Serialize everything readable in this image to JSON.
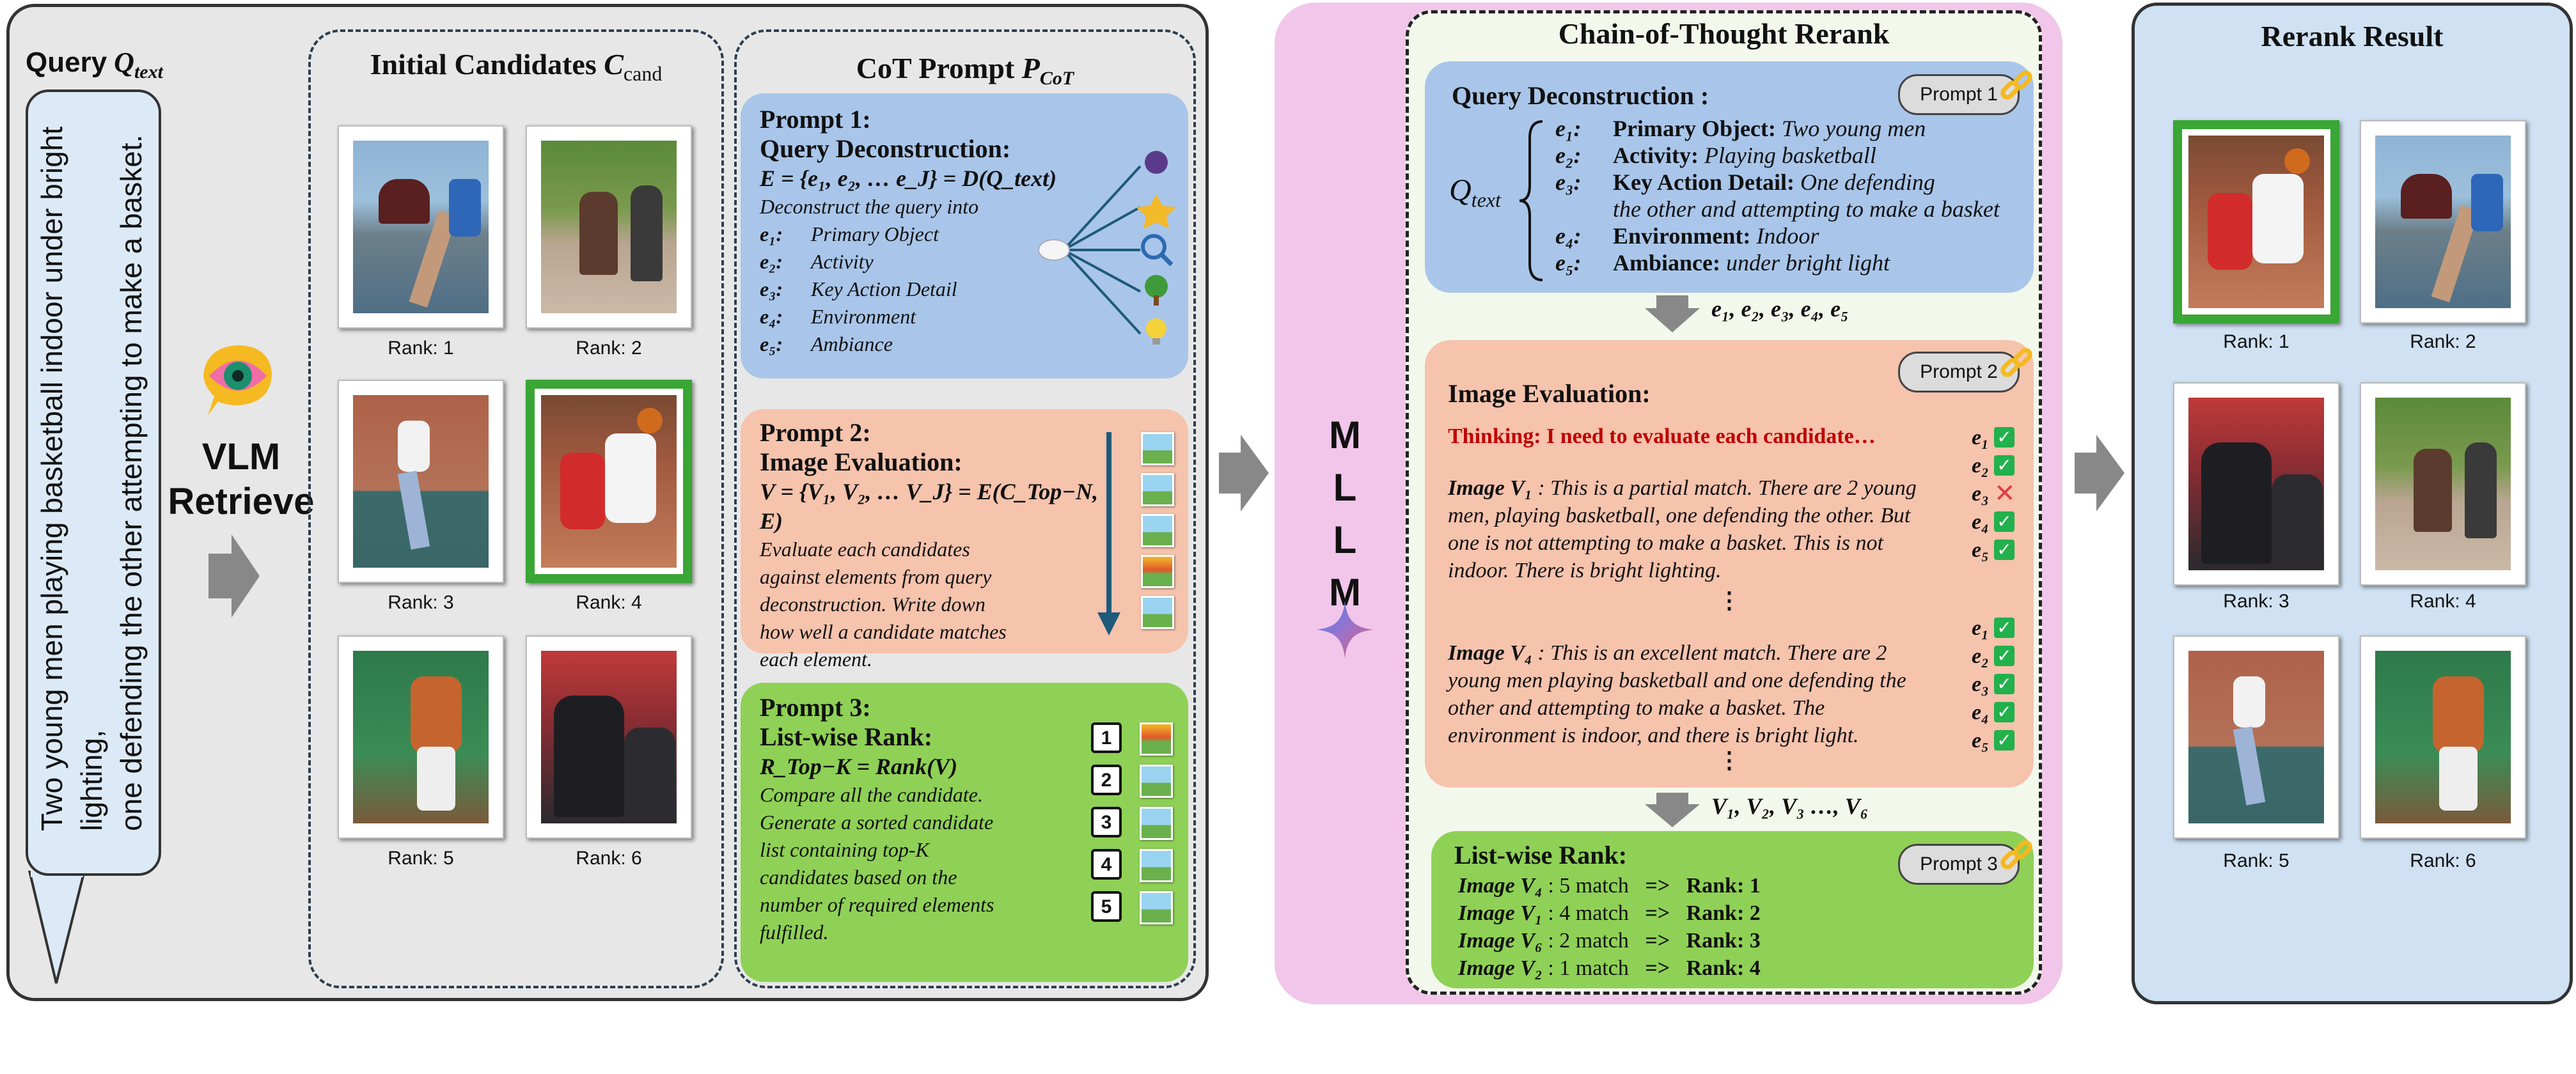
{
  "query": {
    "title": "Query",
    "title_var": "Q",
    "title_sub": "text",
    "text_line1": "Two young men playing basketball indoor  under bright lighting,",
    "text_line2": "one defending the other attempting to make a basket."
  },
  "vlm": {
    "line1": "VLM",
    "line2": "Retrieve"
  },
  "candidates": {
    "title": "Initial Candidates",
    "title_var": "C",
    "title_sub": "cand",
    "ranks": [
      "Rank: 1",
      "Rank: 2",
      "Rank: 3",
      "Rank: 4",
      "Rank: 5",
      "Rank: 6"
    ]
  },
  "cot": {
    "title": "CoT Prompt",
    "title_var": "P",
    "title_sub": "CoT",
    "p1": {
      "head1": "Prompt 1:",
      "head2": "Query Deconstruction:",
      "formula": "E = {e₁, e₂, … e_J} = D(Q_text)",
      "desc": "Deconstruct the query into",
      "items": [
        {
          "k": "e₁:",
          "v": "Primary Object"
        },
        {
          "k": "e₂:",
          "v": "Activity"
        },
        {
          "k": "e₃:",
          "v": "Key Action Detail"
        },
        {
          "k": "e₄:",
          "v": "Environment"
        },
        {
          "k": "e₅:",
          "v": "Ambiance"
        }
      ]
    },
    "p2": {
      "head1": "Prompt 2:",
      "head2": "Image Evaluation:",
      "formula": "V = {V₁, V₂, … V_J} = E(C_Top−N, E)",
      "desc": [
        "Evaluate each candidates",
        "against elements from query",
        "deconstruction. Write down",
        "how well a candidate matches",
        "each element."
      ]
    },
    "p3": {
      "head1": "Prompt 3:",
      "head2": "List-wise Rank:",
      "formula": "R_Top−K = Rank(V)",
      "desc": [
        "Compare all the candidate.",
        "Generate a sorted candidate",
        "list containing top-K",
        "candidates based on the",
        "number of required elements",
        "fulfilled."
      ],
      "nums": [
        "1",
        "2",
        "3",
        "4",
        "5"
      ]
    }
  },
  "mllm": {
    "letters": [
      "M",
      "L",
      "L",
      "M"
    ]
  },
  "rerank": {
    "title": "Chain-of-Thought Rerank",
    "qd": {
      "title": "Query Deconstruction :",
      "tag": "Prompt 1",
      "qvar": "Q",
      "qsub": "text",
      "rows": [
        {
          "e": "e₁:",
          "k": "Primary Object:",
          "v": "Two young men"
        },
        {
          "e": "e₂:",
          "k": "Activity:",
          "v": "Playing basketball"
        },
        {
          "e": "e₃:",
          "k": "Key Action Detail:",
          "v": "One defending"
        },
        {
          "e": "",
          "k": "",
          "v": "the other and attempting to make a basket"
        },
        {
          "e": "e₄:",
          "k": "Environment:",
          "v": "Indoor"
        },
        {
          "e": "e₅:",
          "k": "Ambiance:",
          "v": "under bright light"
        }
      ],
      "flow": "e₁, e₂, e₃, e₄, e₅"
    },
    "ie": {
      "title": "Image Evaluation:",
      "tag": "Prompt 2",
      "thinking": "Thinking: I need to evaluate each candidate…",
      "v1_label": "Image V₁",
      "v1_lines": [
        ": This is a partial match. There are 2 young",
        "men, playing basketball,  one defending the other. But",
        "one is not attempting to make a basket. This is not",
        "indoor. There is bright lighting."
      ],
      "v4_label": "Image V₄",
      "v4_lines": [
        ": This is an excellent match. There are 2",
        "young men playing basketball and one defending the",
        "other and attempting to make a basket. The",
        "environment is indoor, and there is bright light."
      ],
      "elements": [
        "e₁",
        "e₂",
        "e₃",
        "e₄",
        "e₅"
      ],
      "v1_marks": [
        "check",
        "check",
        "cross",
        "check",
        "check"
      ],
      "v4_marks": [
        "check",
        "check",
        "check",
        "check",
        "check"
      ],
      "ellipsis": "⋮",
      "flow": "V₁, V₂, V₃ …, V₆"
    },
    "lr": {
      "title": "List-wise Rank:",
      "tag": "Prompt 3",
      "rows": [
        {
          "img": "Image V₄",
          "m": ": 5 match",
          "arrow": "=>",
          "rank": "Rank: 1"
        },
        {
          "img": "Image V₁",
          "m": ": 4 match",
          "arrow": "=>",
          "rank": "Rank: 2"
        },
        {
          "img": "Image V₆",
          "m": ": 2 match",
          "arrow": "=>",
          "rank": "Rank: 3"
        },
        {
          "img": "Image V₂",
          "m": ": 1 match",
          "arrow": "=>",
          "rank": "Rank: 4"
        }
      ]
    }
  },
  "result": {
    "title": "Rerank Result",
    "ranks": [
      "Rank: 1",
      "Rank: 2",
      "Rank: 3",
      "Rank: 4",
      "Rank: 5",
      "Rank: 6"
    ]
  },
  "colors": {
    "prompt1": "#a9c6ea",
    "prompt2": "#f6c3ad",
    "prompt3": "#8fd156",
    "highlight": "#3aa635",
    "thinking": "#c00000"
  }
}
